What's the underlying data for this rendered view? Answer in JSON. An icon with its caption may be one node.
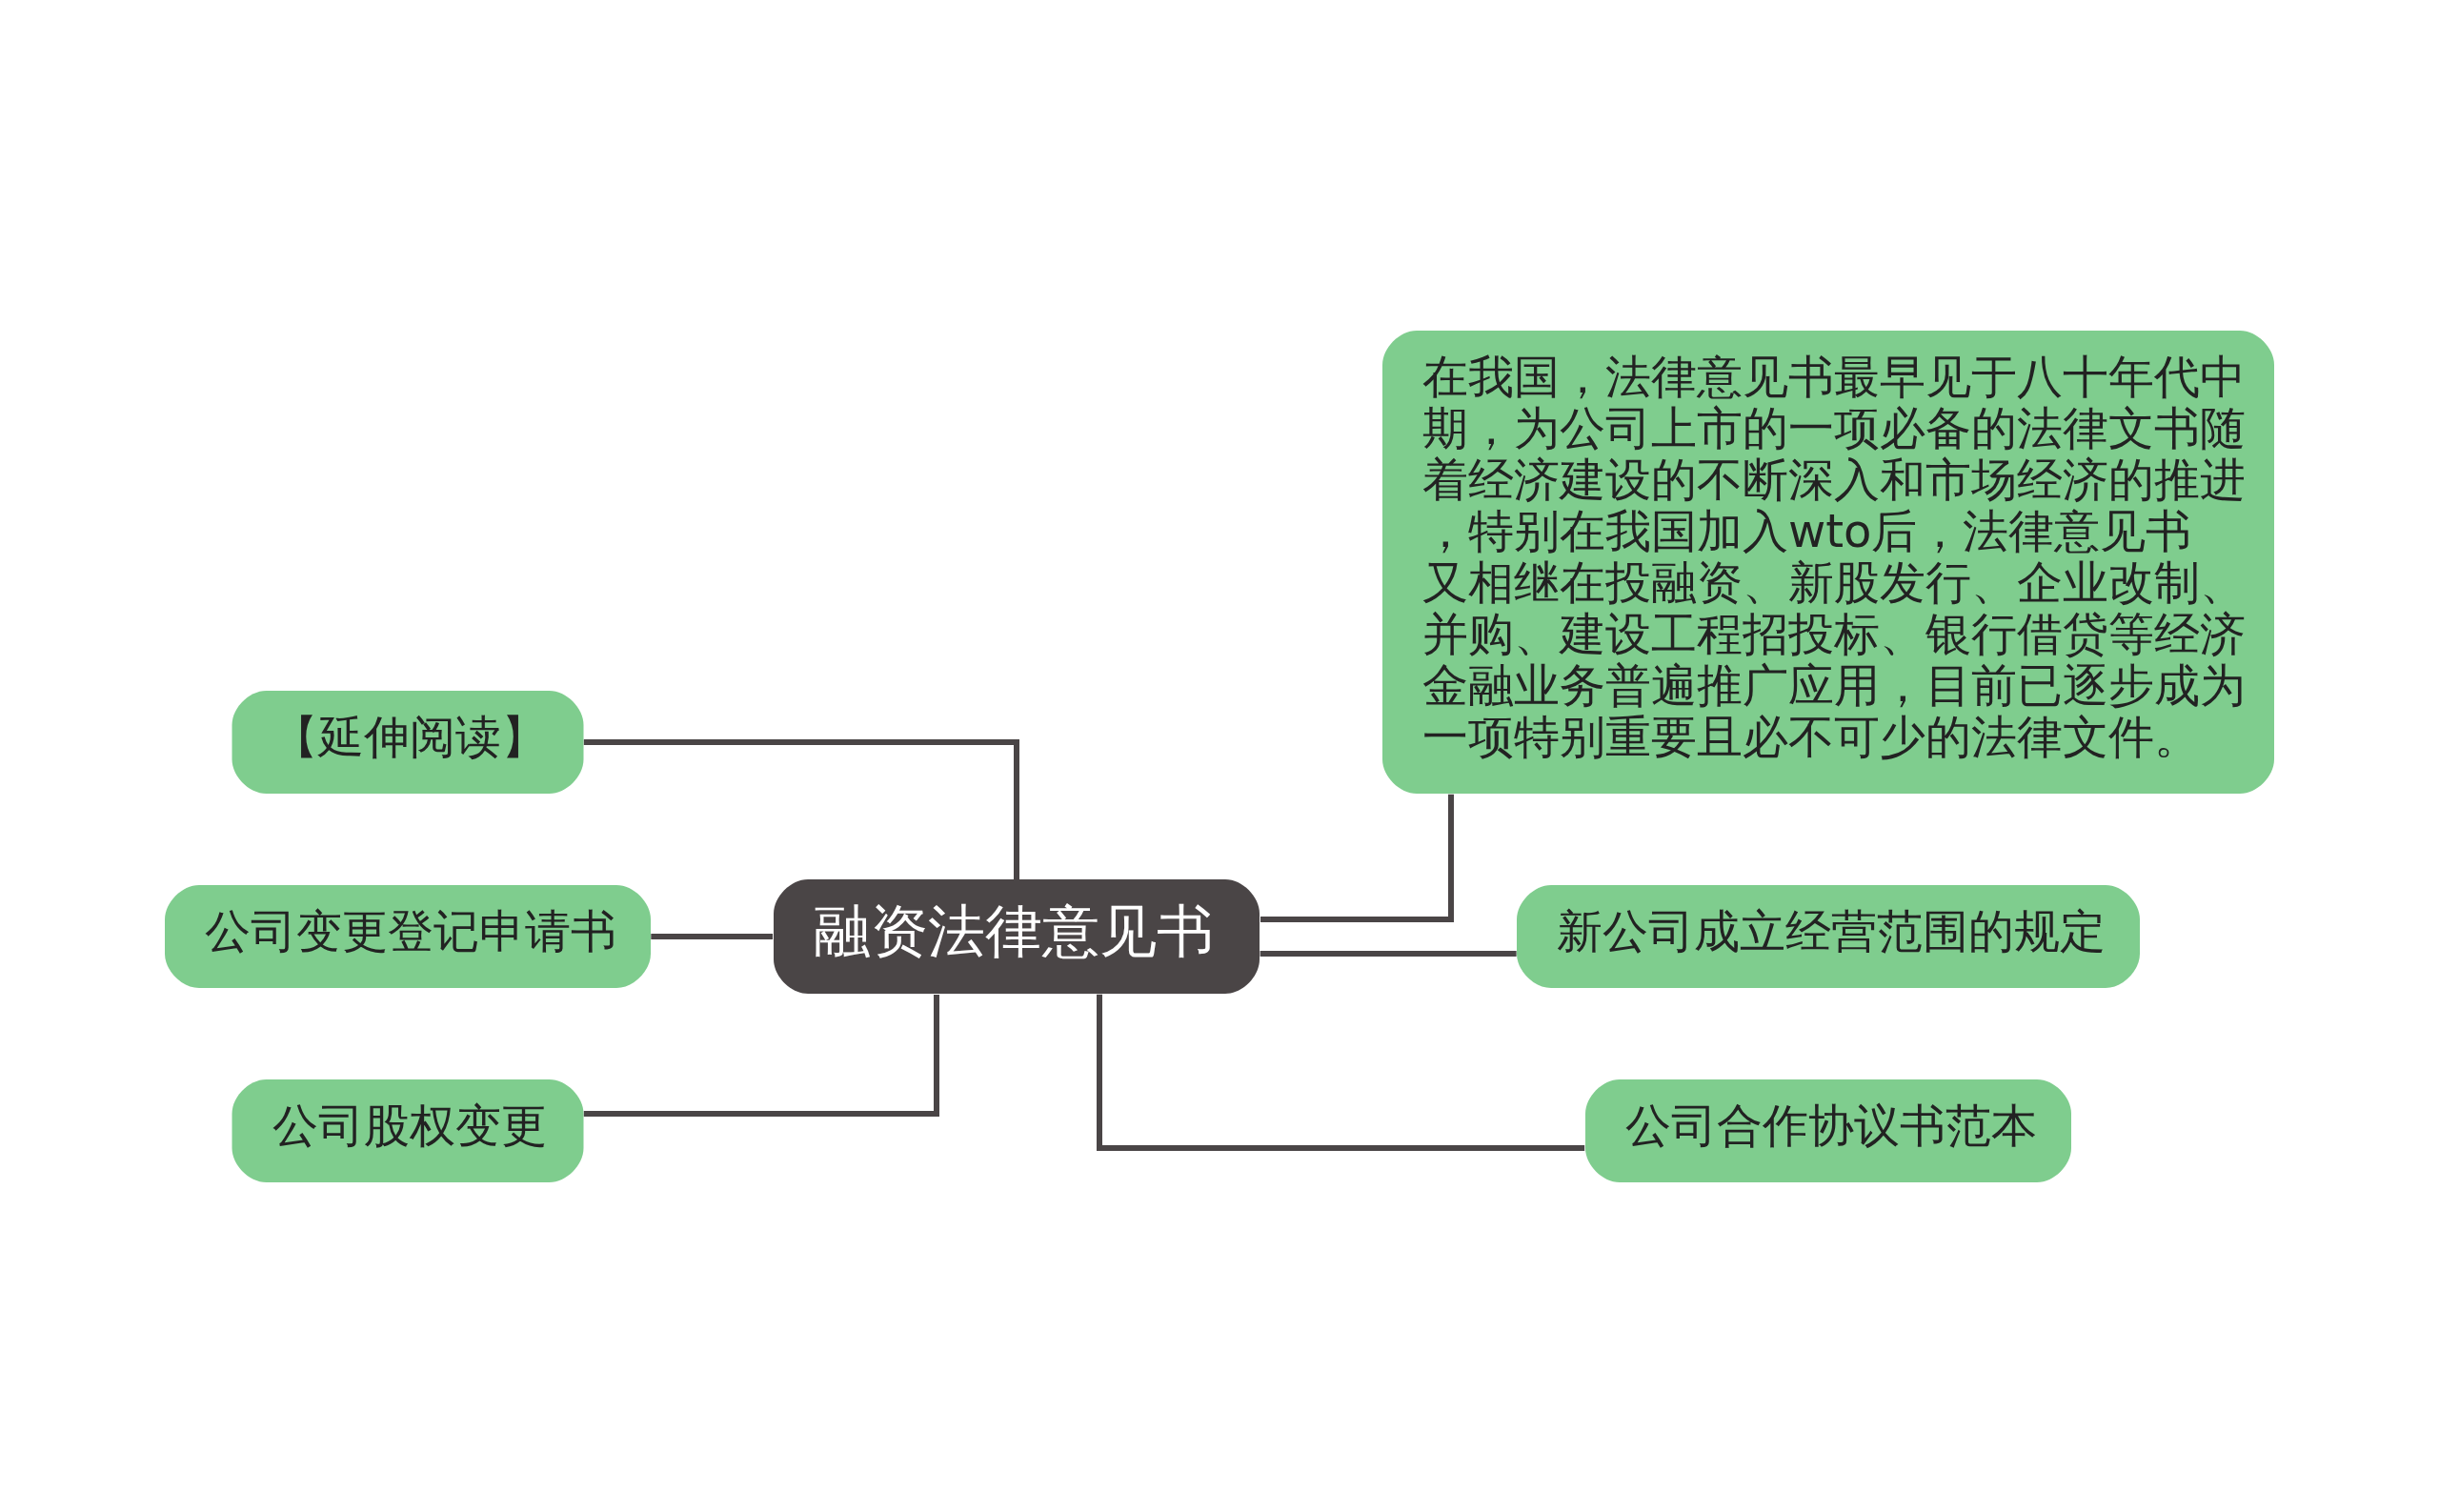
{
  "diagram": {
    "nodes": [
      {
        "text": [
          "融资法律意见书"
        ]
      },
      {
        "text": [
          "【延伸阅读】"
        ]
      },
      {
        "text": [
          "公司变更登记申请书"
        ]
      },
      {
        "text": [
          "公司股权变更"
        ]
      },
      {
        "text": [
          "在我国，法律意见书最早见于八十年代中期，为公司上市的一项必备的法律文书随着经济建设的不断深入和市场经济的推进，特别在我国加入wto后，法律意见书又相继在投融资、新股发行、企业改制、并购、建设工程招投标、银行借贷等经济金融业务普遍推广应用，目前已逐步成为一项特别重要且必不可少的法律文件。"
        ]
      },
      {
        "text": [
          "新公司成立经营范围的规定"
        ]
      },
      {
        "text": [
          "公司合作协议书范本"
        ]
      }
    ],
    "edges": [
      {
        "from": 0,
        "to": 1,
        "arrow": "none"
      },
      {
        "from": 0,
        "to": 2,
        "arrow": "none"
      },
      {
        "from": 0,
        "to": 3,
        "arrow": "none"
      },
      {
        "from": 0,
        "to": 4,
        "arrow": "none"
      },
      {
        "from": 0,
        "to": 5,
        "arrow": "none"
      },
      {
        "from": 0,
        "to": 6,
        "arrow": "none"
      }
    ]
  }
}
